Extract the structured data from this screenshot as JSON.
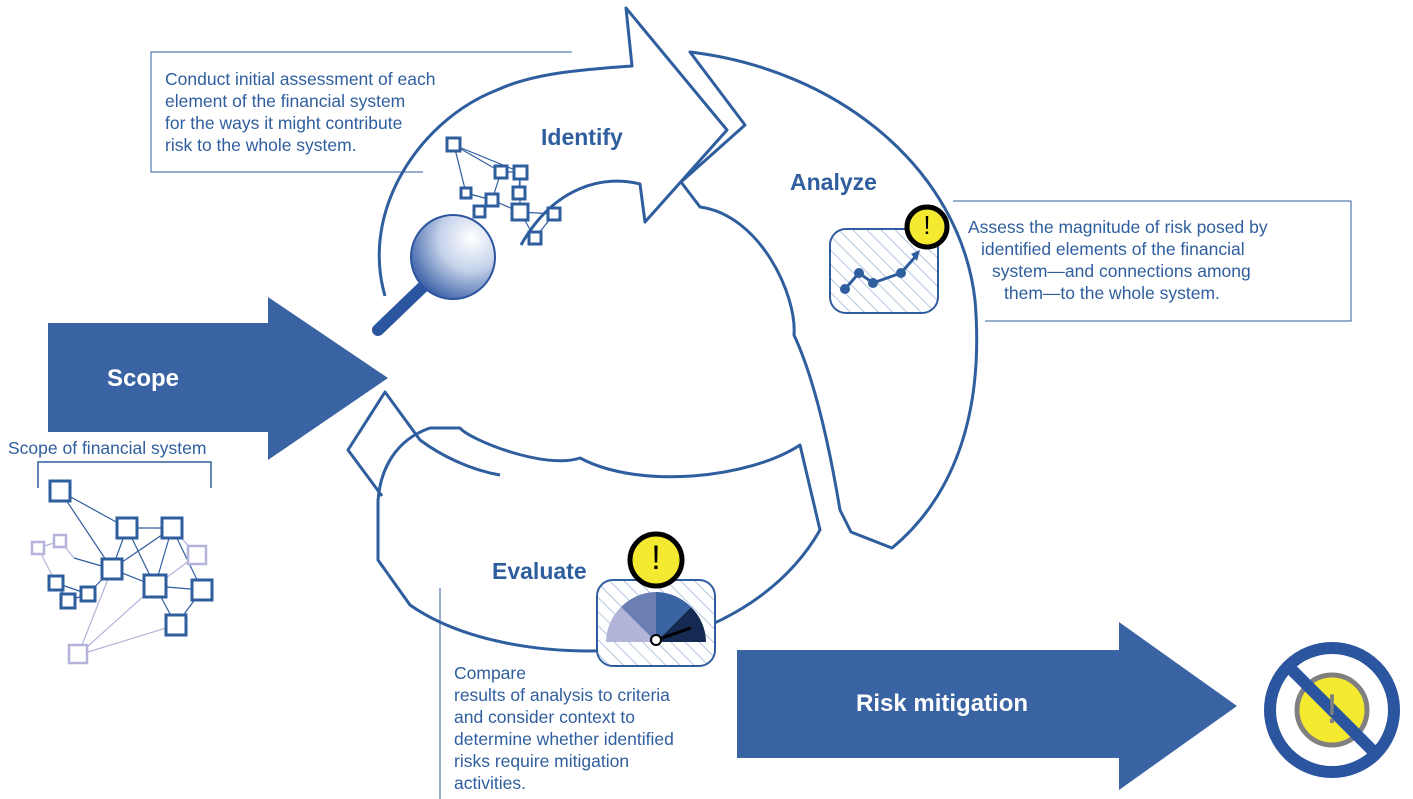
{
  "scope": {
    "arrow_label": "Scope",
    "system_caption": "Scope of financial system"
  },
  "stages": {
    "identify": {
      "label": "Identify",
      "description": [
        "Conduct initial assessment of each",
        "element of the financial system",
        "for the ways it might contribute",
        "risk to the whole system."
      ]
    },
    "analyze": {
      "label": "Analyze",
      "description": [
        "Assess the magnitude of risk posed by",
        "identified elements of the financial",
        "system—and connections among",
        "them—to the whole system."
      ]
    },
    "evaluate": {
      "label": "Evaluate",
      "description": [
        "Compare",
        "results of analysis to criteria",
        "and consider context to",
        "determine whether identified",
        "risks require mitigation",
        "activities."
      ]
    }
  },
  "mitigation": {
    "arrow_label": "Risk mitigation"
  },
  "alert_symbol": "!",
  "icons": {
    "network": "network-icon",
    "magnifier": "magnifying-glass-icon",
    "trend": "trend-chart-icon",
    "gauge": "gauge-icon",
    "alert": "alert-icon",
    "prohibited": "prohibited-alert-icon"
  },
  "colors": {
    "primary": "#2f5e9e",
    "arrow_fill": "#3a63a3",
    "light_node": "#b4b4da",
    "alert_yellow": "#f5ea2f",
    "gauge_dark": "#142a52",
    "gauge_light": "#b3b5d8"
  }
}
